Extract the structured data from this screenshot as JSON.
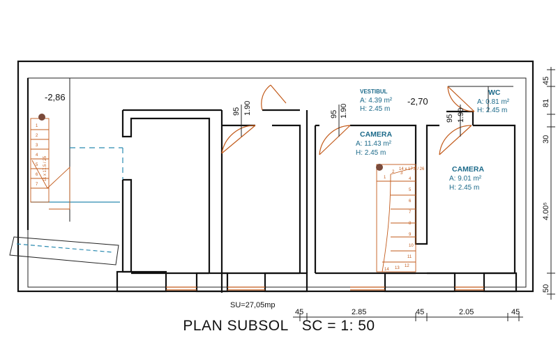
{
  "title": {
    "plan": "PLAN SUBSOL",
    "scale": "SC = 1: 50"
  },
  "summary": "SU=27,05mp",
  "levels": [
    "-2,86",
    "-2,70"
  ],
  "rooms": {
    "vestibul": {
      "name": "VESTIBUL",
      "area": "A: 4.39 m²",
      "height": "H: 2.45 m"
    },
    "wc": {
      "name": "WC",
      "area": "A: 0.81 m²",
      "height": "H: 2.45 m"
    },
    "camera1": {
      "name": "CAMERA",
      "area": "A: 11.43 m²",
      "height": "H: 2.45 m"
    },
    "camera2": {
      "name": "CAMERA",
      "area": "A: 9.01 m²",
      "height": "H: 2.45 m"
    }
  },
  "door_marks": {
    "width": "95",
    "height": "1.90"
  },
  "stair_labels": {
    "left": "11 x 17.5 / 25",
    "right": "14 x 17.8 / 26",
    "left_steps": [
      "1",
      "2",
      "3",
      "4",
      "5",
      "6",
      "7"
    ],
    "right_steps": [
      "14",
      "13",
      "12",
      "11",
      "10",
      "9",
      "8",
      "7",
      "6",
      "5",
      "4",
      "3",
      "2",
      "1"
    ]
  },
  "dimensions": {
    "bottom": [
      "45",
      "2.85",
      "45",
      "2.05",
      "45"
    ],
    "right": [
      "45",
      "81",
      "30",
      "4.00⁵",
      "50"
    ]
  }
}
